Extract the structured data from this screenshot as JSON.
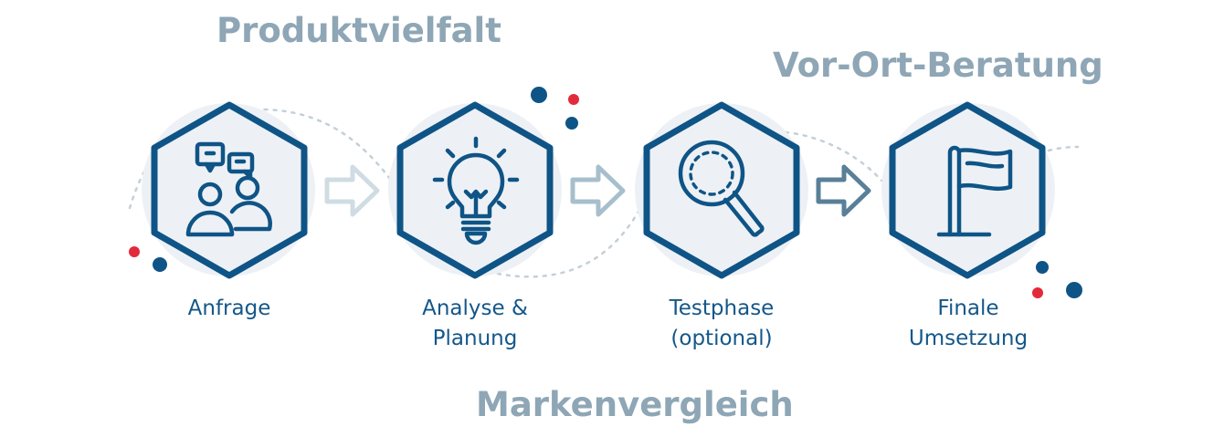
{
  "titles": {
    "top_left": "Produktvielfalt",
    "top_right": "Vor-Ort-Beratung",
    "bottom": "Markenvergleich"
  },
  "steps": [
    {
      "line1": "Anfrage",
      "line2": "",
      "icon": "people-chat-icon"
    },
    {
      "line1": "Analyse &",
      "line2": "Planung",
      "icon": "lightbulb-icon"
    },
    {
      "line1": "Testphase",
      "line2": "(optional)",
      "icon": "magnifier-icon"
    },
    {
      "line1": "Finale",
      "line2": "Umsetzung",
      "icon": "flag-icon"
    }
  ],
  "colors": {
    "primary": "#0f5486",
    "title_gray": "#8ea6b5",
    "accent_red": "#e22b3a",
    "arrow_1": "#cfdce3",
    "arrow_2": "#a7bfcc",
    "arrow_3": "#5a7f98"
  }
}
